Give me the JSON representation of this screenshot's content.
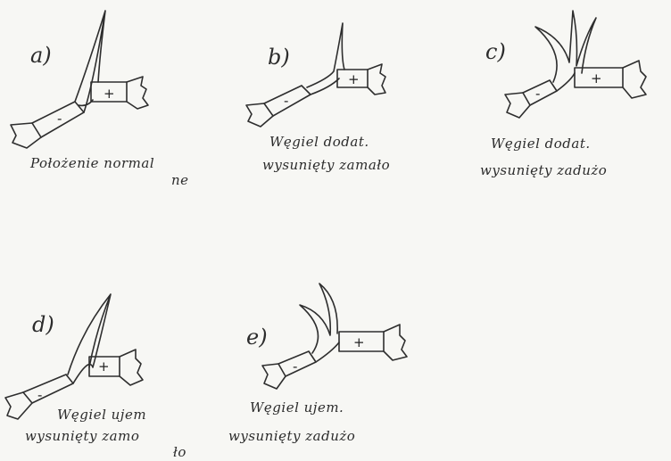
{
  "panels": [
    {
      "letter": "a)",
      "caption": [
        "Położenie normal",
        "ne"
      ],
      "plus": "+",
      "minus": "-"
    },
    {
      "letter": "b)",
      "caption": [
        "Węgiel dodat.",
        "wysunięty zamało"
      ],
      "plus": "+",
      "minus": "-"
    },
    {
      "letter": "c)",
      "caption": [
        "Węgiel dodat.",
        "wysunięty zadużo"
      ],
      "plus": "+",
      "minus": "-"
    },
    {
      "letter": "d)",
      "caption": [
        "Węgiel ujem",
        "wysunięty zamo",
        "ło"
      ],
      "plus": "+",
      "minus": "-"
    },
    {
      "letter": "e)",
      "caption": [
        "Węgiel ujem.",
        "wysunięty zadużo"
      ],
      "plus": "+",
      "minus": "-"
    }
  ]
}
